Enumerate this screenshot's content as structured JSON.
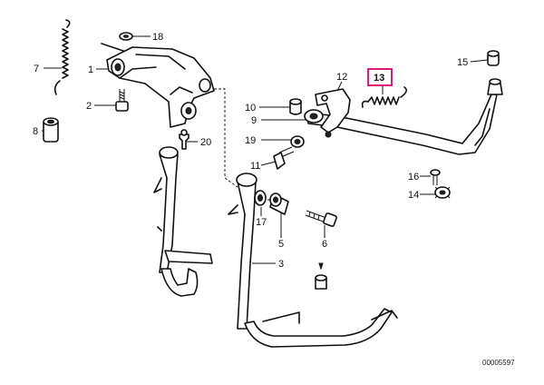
{
  "diagram": {
    "part_numbers": [
      "1",
      "2",
      "3",
      "5",
      "6",
      "7",
      "8",
      "9",
      "10",
      "11",
      "12",
      "13",
      "14",
      "15",
      "16",
      "17",
      "18",
      "19",
      "20"
    ],
    "highlighted_part": "13",
    "highlight_color": "#e0177d",
    "image_reference": "00005597"
  }
}
